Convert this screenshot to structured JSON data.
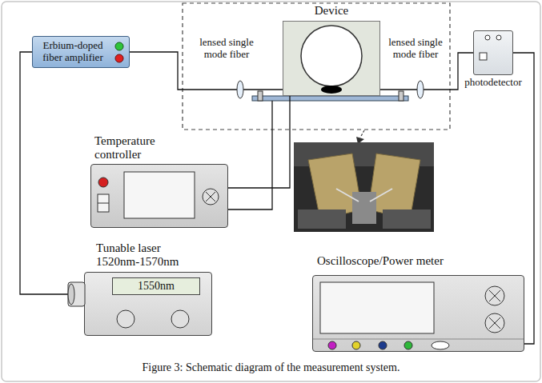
{
  "diagram": {
    "caption": "Figure 3: Schematic diagram of the measurement system.",
    "nodes": [
      {
        "text": [
          "Erbium-doped fiber amplifier"
        ]
      },
      {
        "text": [
          "Device"
        ]
      },
      {
        "text": [
          "photodetector"
        ]
      },
      {
        "text": [
          "Temperature controller"
        ]
      },
      {
        "text": [
          "Tunable laser 1520nm-1570nm",
          "1550nm"
        ]
      },
      {
        "text": [
          "Oscilloscope/Power meter"
        ]
      }
    ],
    "edges": [
      {
        "from": 4,
        "to": 0,
        "arrow": "none"
      },
      {
        "from": 0,
        "to": 1,
        "arrow": "none"
      },
      {
        "from": 1,
        "to": 2,
        "arrow": "none"
      },
      {
        "from": 3,
        "to": 1,
        "arrow": "none"
      },
      {
        "from": 2,
        "to": 5,
        "arrow": "none"
      }
    ],
    "labels": [
      "lensed single mode fiber",
      "lensed single mode fiber"
    ]
  }
}
